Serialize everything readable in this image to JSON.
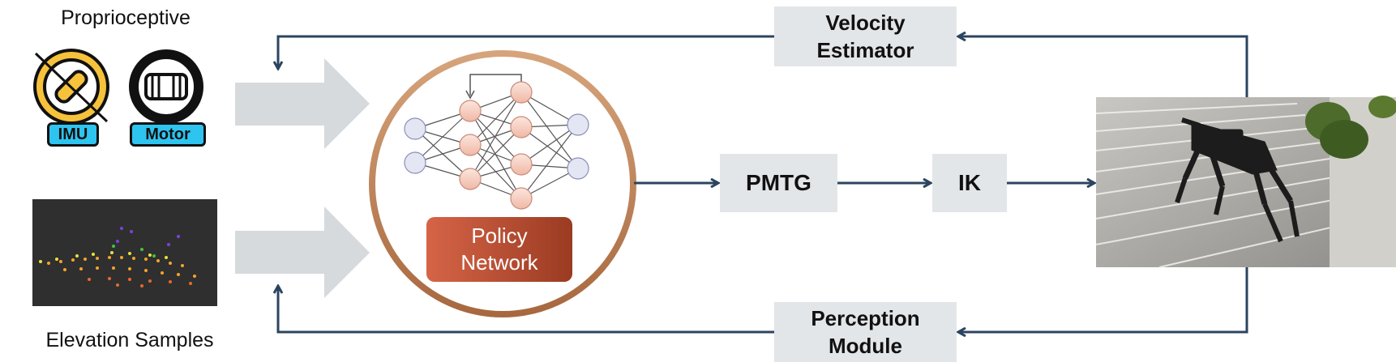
{
  "inputs": {
    "proprioceptive_label": "Proprioceptive",
    "elevation_label": "Elevation Samples",
    "imu_text": "IMU",
    "motor_text": "Motor"
  },
  "policy": {
    "line1": "Policy",
    "line2": "Network"
  },
  "blocks": {
    "velocity_line1": "Velocity",
    "velocity_line2": "Estimator",
    "perception_line1": "Perception",
    "perception_line2": "Module",
    "pmtg": "PMTG",
    "ik": "IK"
  },
  "colors": {
    "arrow_dark": "#2b4460",
    "block_fill": "#e3e6e9",
    "big_arrow": "#d6dadd",
    "ring": "#c48a5e",
    "policy_fill": "#c4552f",
    "neuron_fill": "#f6d3c7",
    "input_neuron_fill": "#e4e6f3"
  }
}
